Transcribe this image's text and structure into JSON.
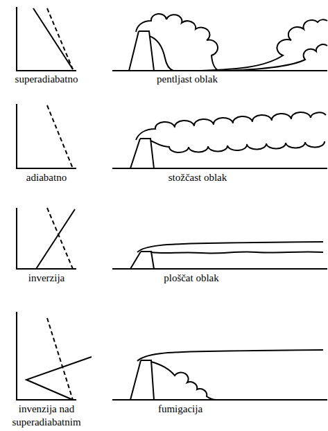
{
  "diagram": {
    "labels": [
      "superadiabatno",
      "pentljast oblak",
      "adiabatno",
      "stožčast oblak",
      "inverzija",
      "ploščat oblak",
      "invenzija nad superadiabatnim",
      "fumigacija"
    ]
  }
}
